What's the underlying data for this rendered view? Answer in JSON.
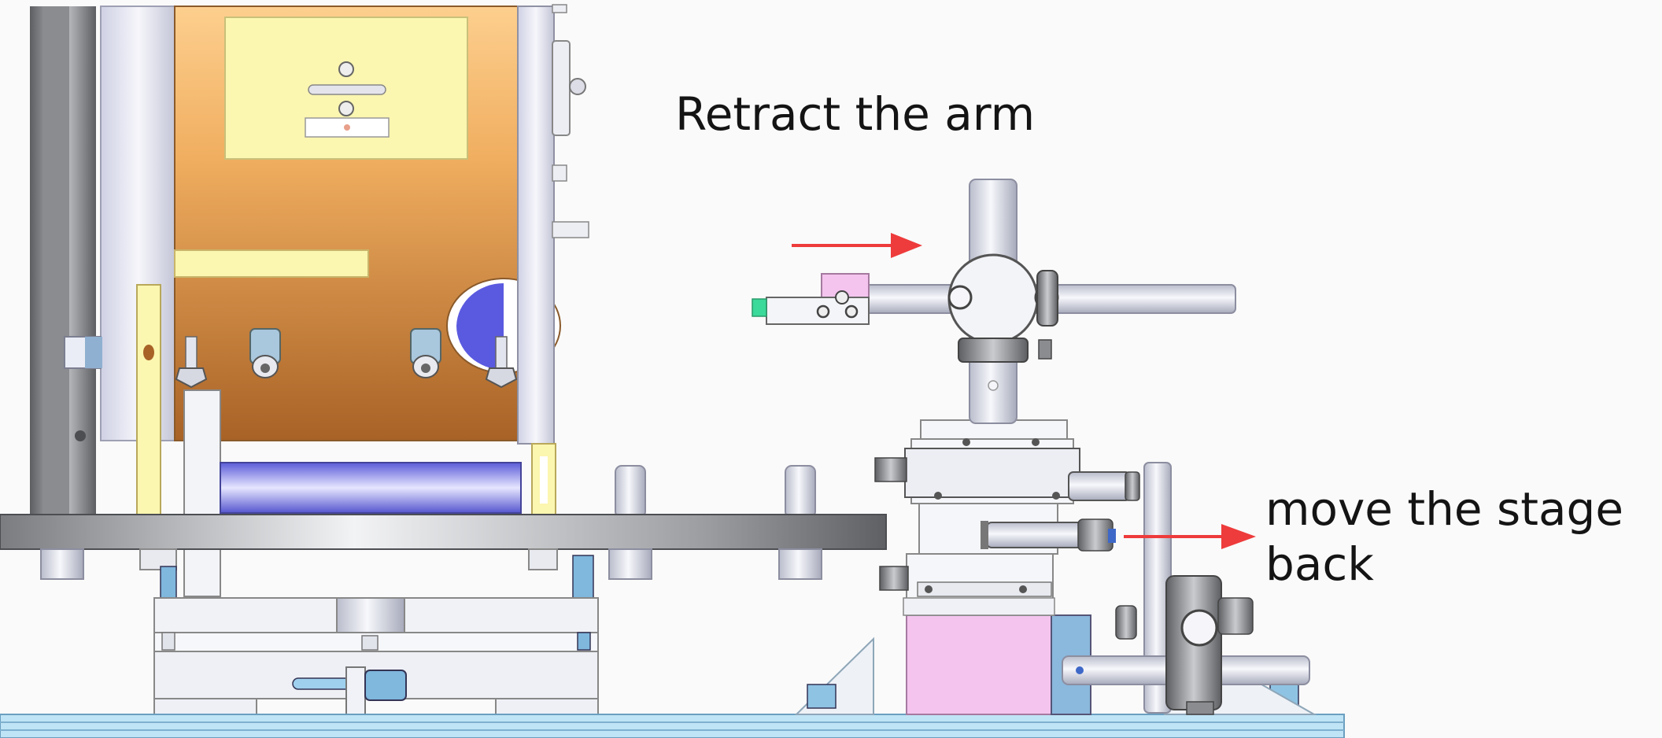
{
  "annotations": {
    "retract_arm": "Retract the arm",
    "move_stage_line1": "move the stage",
    "move_stage_line2": "back"
  },
  "colors": {
    "background": "#fafafa",
    "arrow": "#ee3b3b",
    "chamber_orange": "#e99a4c",
    "window_yellow": "#fbf6b0",
    "roller_blue": "#7e7ef2",
    "pink_block": "#f4c4ee",
    "metal_light": "#d9dce6",
    "metal_dark": "#6f7175",
    "rail_blue": "#bfe4f5"
  },
  "icons": [
    "arrow-right-icon",
    "arrow-right-icon"
  ]
}
